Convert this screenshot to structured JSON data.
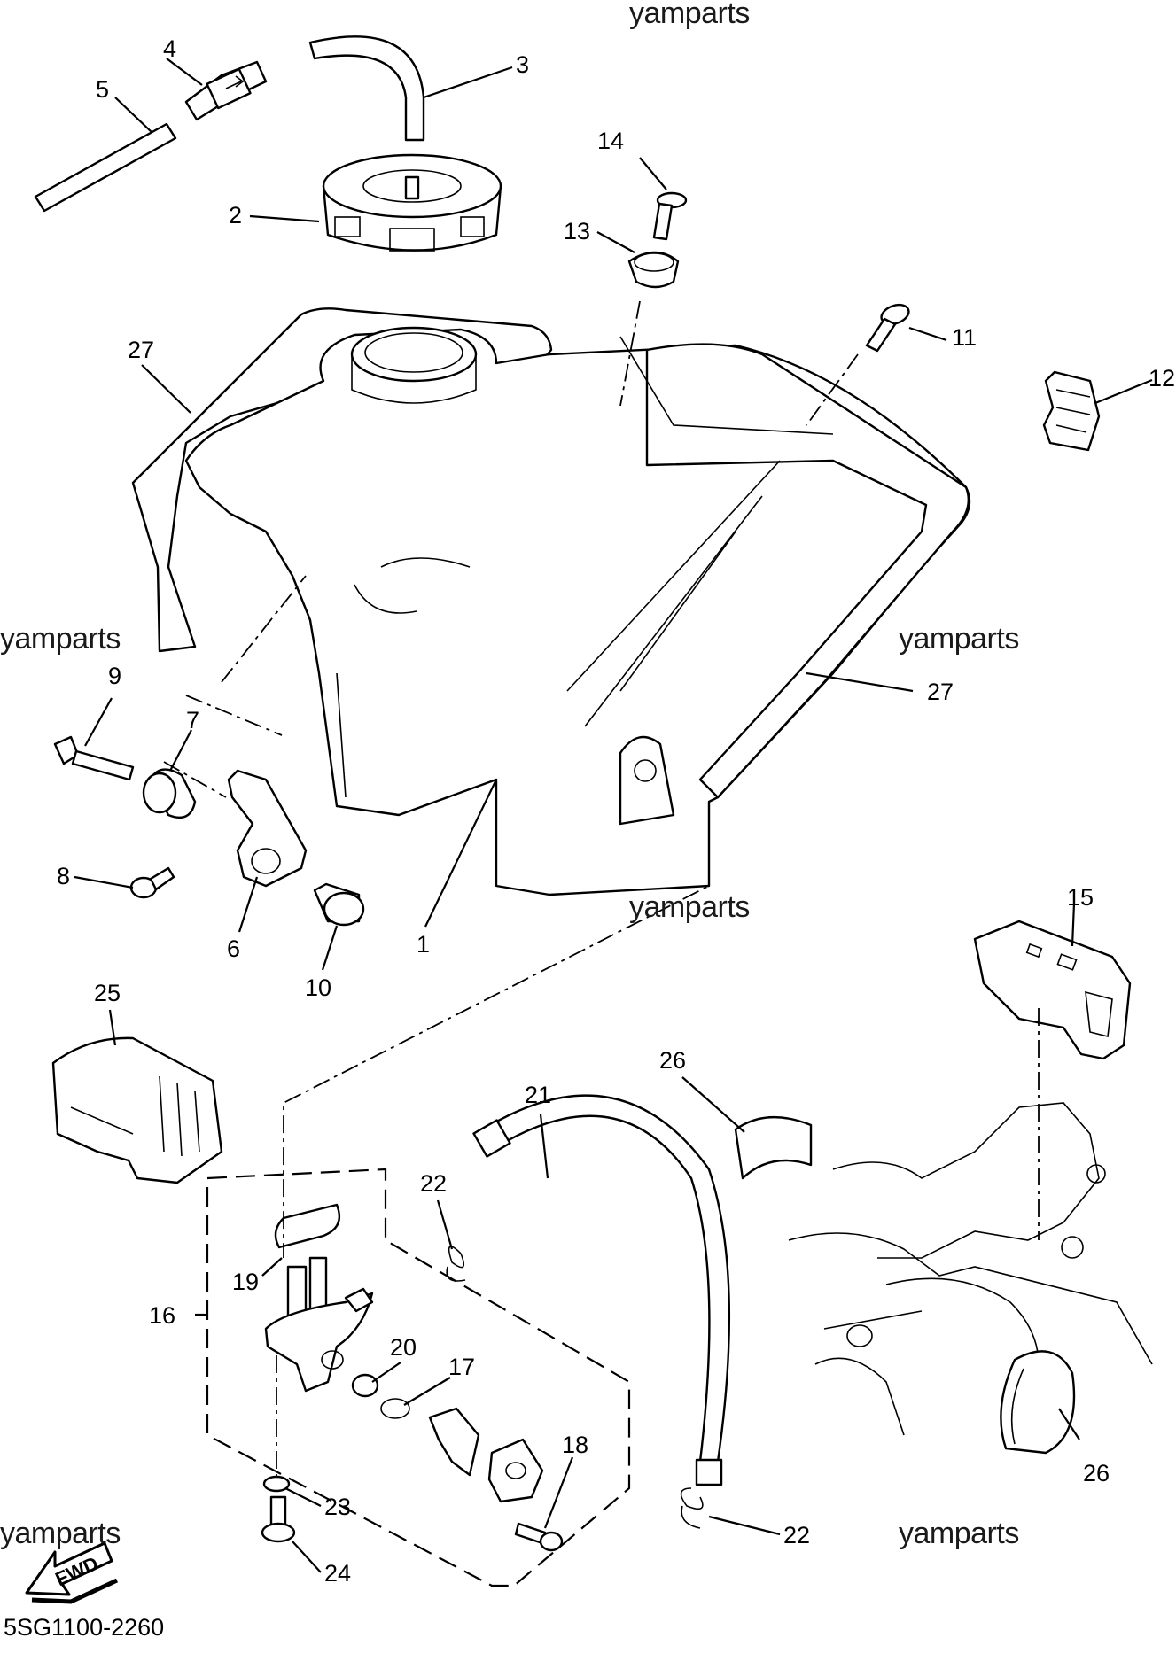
{
  "watermark": "yamparts",
  "diagram_code": "5SG1100-2260",
  "fwd_label": "FWD",
  "callouts": {
    "c1": "1",
    "c2": "2",
    "c3": "3",
    "c4": "4",
    "c5": "5",
    "c6": "6",
    "c7": "7",
    "c8": "8",
    "c9": "9",
    "c10": "10",
    "c11": "11",
    "c12": "12",
    "c13": "13",
    "c14": "14",
    "c15": "15",
    "c16": "16",
    "c17": "17",
    "c18": "18",
    "c19": "19",
    "c20": "20",
    "c21": "21",
    "c22a": "22",
    "c22b": "22",
    "c23": "23",
    "c24": "24",
    "c25": "25",
    "c26a": "26",
    "c26b": "26",
    "c27a": "27",
    "c27b": "27"
  }
}
